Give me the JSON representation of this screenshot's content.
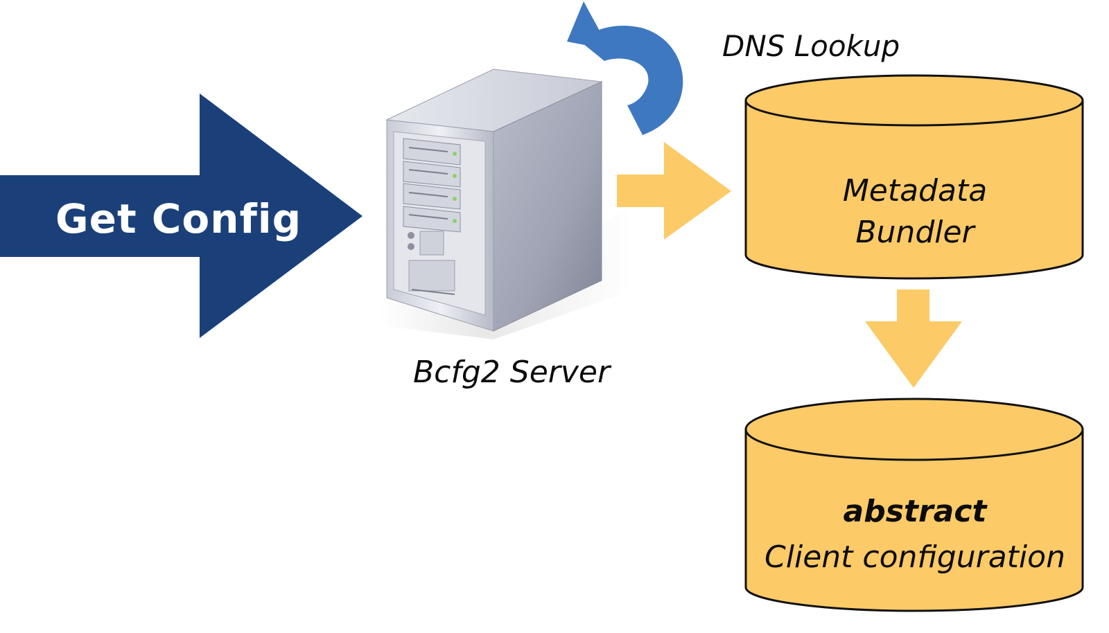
{
  "labels": {
    "get_config": "Get Config",
    "server": "Bcfg2 Server",
    "dns_lookup": "DNS Lookup"
  },
  "metadata_db": {
    "line1": "Metadata",
    "line2": "Bundler"
  },
  "client_db": {
    "line1": "abstract",
    "line2": "Client configuration"
  },
  "colors": {
    "get_config_arrow": "#1b4079",
    "dns_arrow": "#3e78c0",
    "flow_arrow": "#fcca67",
    "database_fill": "#fcca67",
    "database_stroke": "#111111",
    "text": "#0c0c0c"
  },
  "icons": {
    "server": "server-tower-icon",
    "dns_loop": "circular-arrow-icon"
  }
}
